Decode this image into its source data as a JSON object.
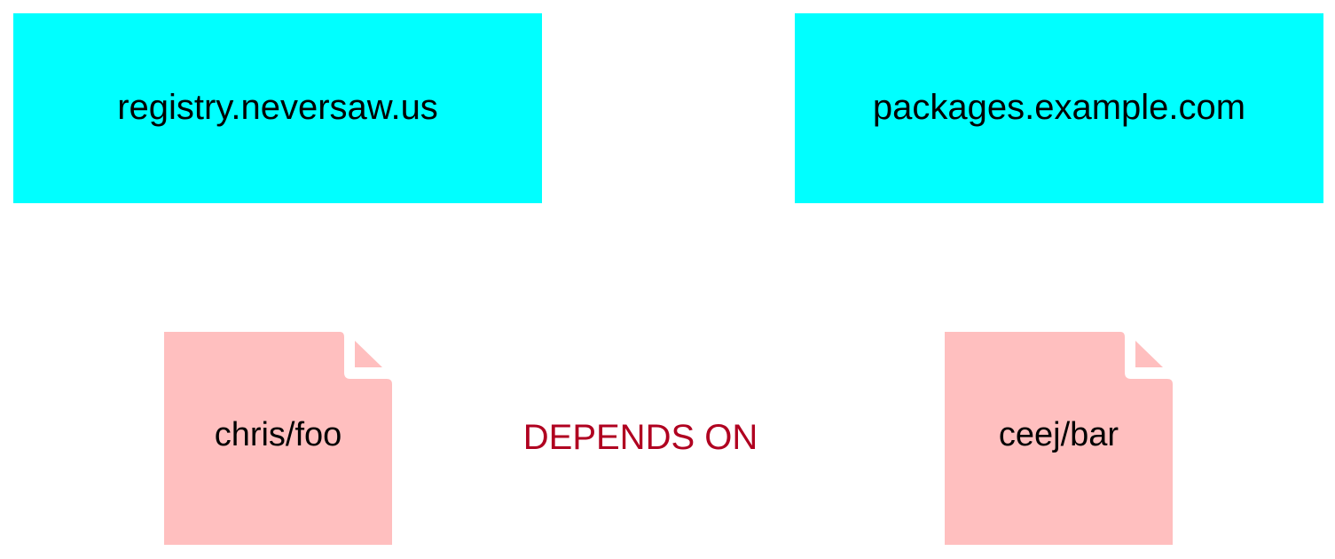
{
  "registries": [
    {
      "label": "registry.neversaw.us"
    },
    {
      "label": "packages.example.com"
    }
  ],
  "packages": [
    {
      "label": "chris/foo"
    },
    {
      "label": "ceej/bar"
    }
  ],
  "relation": {
    "label": "DEPENDS ON"
  },
  "colors": {
    "registry_fill": "#00ffff",
    "package_fill": "#ffbfbf",
    "relation_text": "#b00020"
  },
  "icons": {
    "package": "document-icon"
  }
}
